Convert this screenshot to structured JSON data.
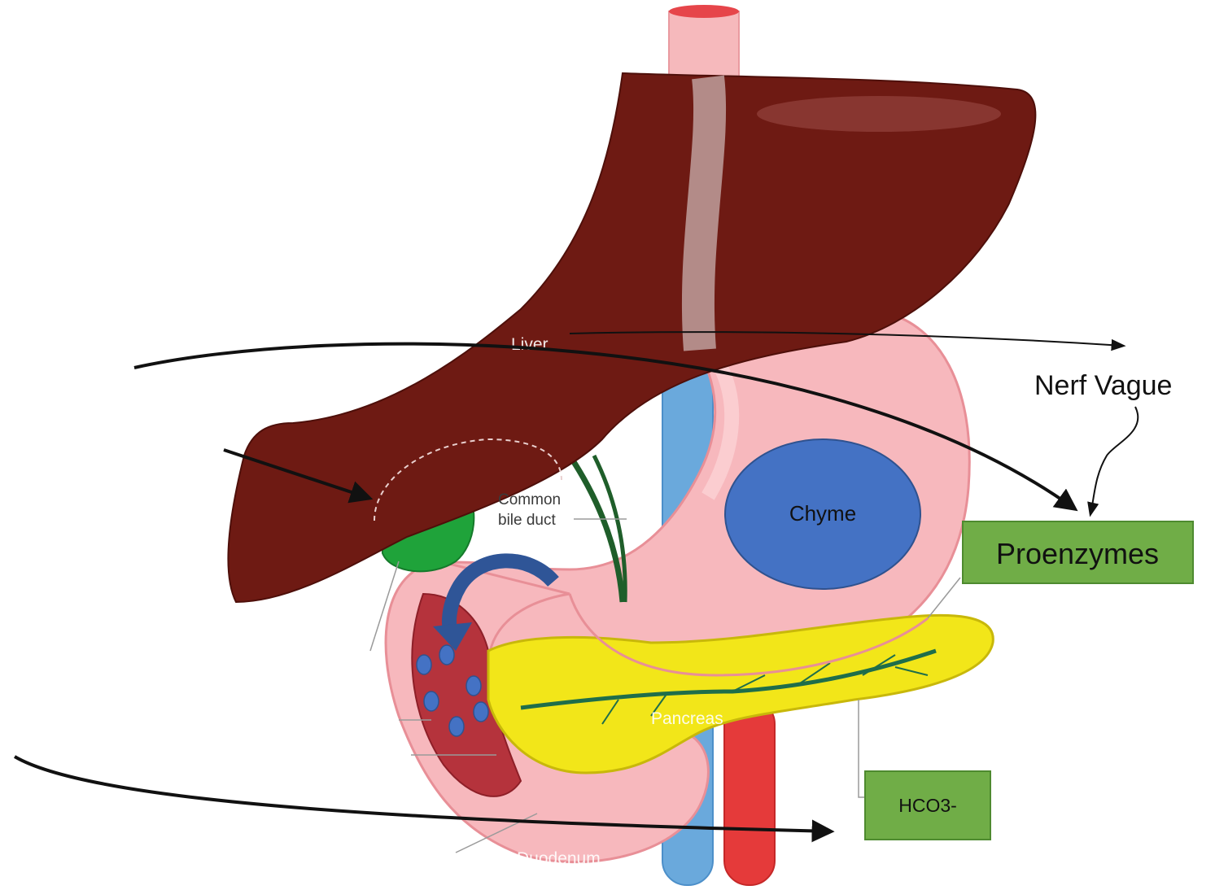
{
  "anatomy_labels": {
    "liver": "Liver",
    "common_bile_duct_line1": "Common",
    "common_bile_duct_line2": "bile duct",
    "pancreas": "Pancreas",
    "duodenum": "Duodenum"
  },
  "annotations": {
    "chyme": "Chyme",
    "nerf_vague": "Nerf Vague",
    "proenzymes": "Proenzymes",
    "hco3": "HCO3-"
  },
  "colors": {
    "liver": "#6e1a13",
    "stomach": "#f7b8bd",
    "pancreas": "#f2e619",
    "gallbladder": "#1fa33a",
    "duct": "#1f5e2a",
    "vein": "#6aa9dc",
    "artery": "#e53a3a",
    "chyme": "#4472c4",
    "box_fill": "#70ad47",
    "box_border": "#4e8a2f",
    "duodenum_inner": "#b5333c"
  }
}
